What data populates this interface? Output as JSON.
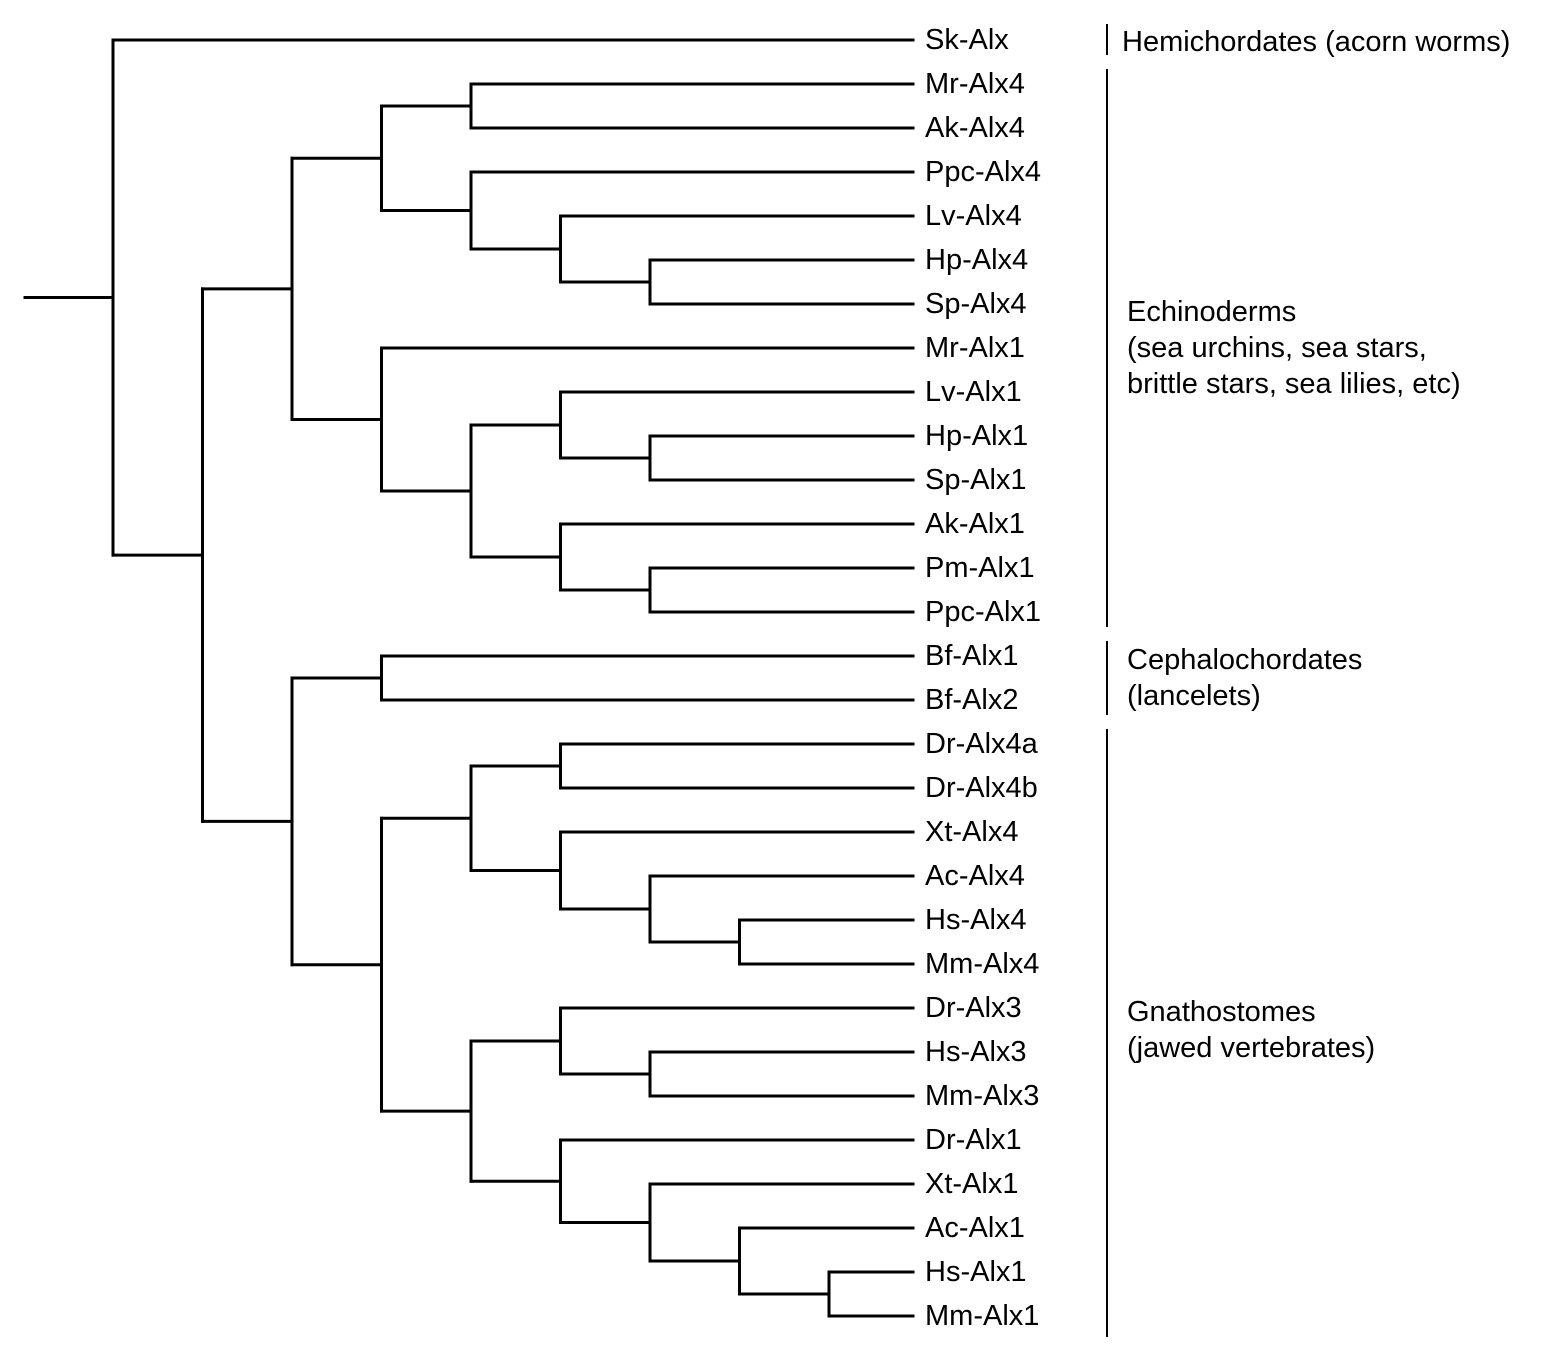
{
  "tree": {
    "leaves": [
      "Sk-Alx",
      "Mr-Alx4",
      "Ak-Alx4",
      "Ppc-Alx4",
      "Lv-Alx4",
      "Hp-Alx4",
      "Sp-Alx4",
      "Mr-Alx1",
      "Lv-Alx1",
      "Hp-Alx1",
      "Sp-Alx1",
      "Ak-Alx1",
      "Pm-Alx1",
      "Ppc-Alx1",
      "Bf-Alx1",
      "Bf-Alx2",
      "Dr-Alx4a",
      "Dr-Alx4b",
      "Xt-Alx4",
      "Ac-Alx4",
      "Hs-Alx4",
      "Mm-Alx4",
      "Dr-Alx3",
      "Hs-Alx3",
      "Mm-Alx3",
      "Dr-Alx1",
      "Xt-Alx1",
      "Ac-Alx1",
      "Hs-Alx1",
      "Mm-Alx1"
    ],
    "topology": [
      0,
      [
        [
          [
            [
              1,
              2
            ],
            [
              3,
              [
                4,
                [
                  5,
                  6
                ]
              ]
            ]
          ],
          [
            7,
            [
              [
                8,
                [
                  9,
                  10
                ]
              ],
              [
                11,
                [
                  12,
                  13
                ]
              ]
            ]
          ]
        ],
        [
          [
            14,
            15
          ],
          [
            [
              [
                16,
                17
              ],
              [
                18,
                [
                  19,
                  [
                    20,
                    21
                  ]
                ]
              ]
            ],
            [
              [
                22,
                [
                  23,
                  24
                ]
              ],
              [
                25,
                [
                  26,
                  [
                    27,
                    [
                      28,
                      29
                    ]
                  ]
                ]
              ]
            ]
          ]
        ]
      ]
    ]
  },
  "groups": [
    {
      "lines": [
        "Hemichordates (acorn worms)"
      ],
      "first_leaf": 0,
      "last_leaf": 0
    },
    {
      "lines": [
        "Echinoderms",
        "(sea urchins, sea stars,",
        "brittle stars, sea lilies, etc)"
      ],
      "first_leaf": 1,
      "last_leaf": 13
    },
    {
      "lines": [
        "Cephalochordates",
        "(lancelets)"
      ],
      "first_leaf": 14,
      "last_leaf": 15
    },
    {
      "lines": [
        "Gnathostomes",
        "(jawed vertebrates)"
      ],
      "first_leaf": 16,
      "last_leaf": 29
    }
  ]
}
